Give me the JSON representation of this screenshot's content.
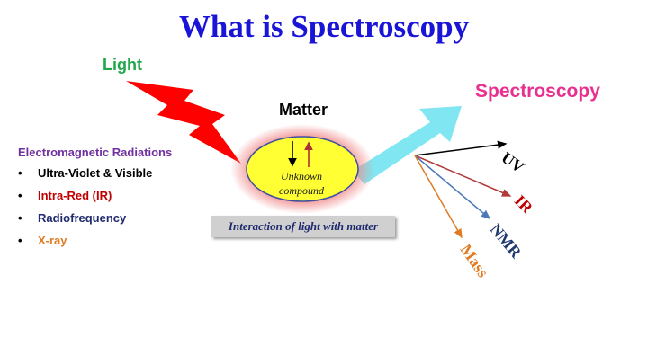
{
  "title": "What is Spectroscopy",
  "light_label": "Light",
  "matter_label": "Matter",
  "spectroscopy_label": "Spectroscopy",
  "em": {
    "title": "Electromagnetic Radiations",
    "items": [
      {
        "label": "Ultra-Violet & Visible",
        "color": "#000000"
      },
      {
        "label": "Intra-Red (IR)",
        "color": "#c00000"
      },
      {
        "label": "Radiofrequency",
        "color": "#1f2a6e"
      },
      {
        "label": "X-ray",
        "color": "#e07b22"
      }
    ]
  },
  "compound": {
    "line1": "Unknown",
    "line2": "compound"
  },
  "interaction_label": "Interaction of light with matter",
  "techniques": [
    {
      "label": "UV",
      "color": "#000000"
    },
    {
      "label": "IR",
      "color": "#c00000"
    },
    {
      "label": "NMR",
      "color": "#1f3870"
    },
    {
      "label": "Mass",
      "color": "#e07b22"
    }
  ],
  "colors": {
    "title": "#1a14d6",
    "light": "#22a84a",
    "spectroscopy": "#e8308e",
    "em_title": "#7030a0",
    "lightning": "#ff0000",
    "big_arrow": "#7fe6f2",
    "ellipse_fill": "#ffff33",
    "ellipse_glow": "#f08a8a"
  }
}
